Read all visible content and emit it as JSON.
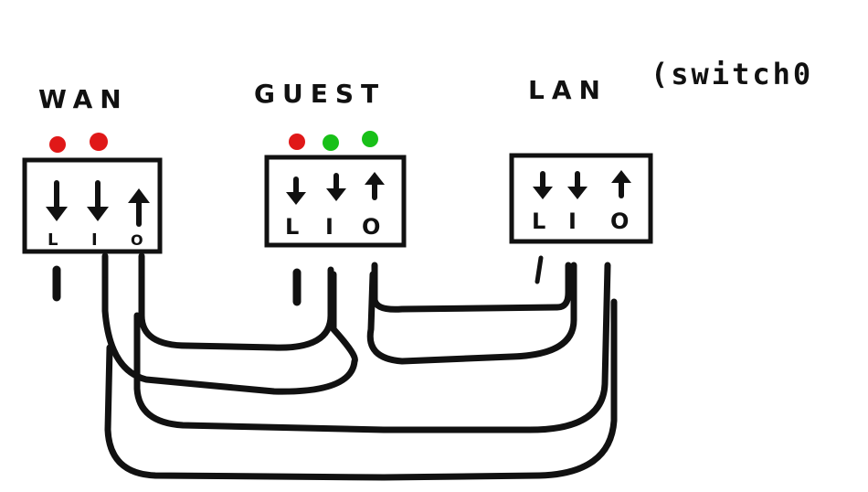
{
  "colors": {
    "ink": "#111111",
    "led_red": "#e01818",
    "led_green": "#18c018"
  },
  "interfaces": {
    "wan": {
      "label": "WAN",
      "leds": [
        "red",
        "red"
      ],
      "ports": [
        {
          "letter": "L",
          "arrow": "down"
        },
        {
          "letter": "I",
          "arrow": "down"
        },
        {
          "letter": "O",
          "arrow": "up"
        }
      ]
    },
    "guest": {
      "label": "GUEST",
      "leds": [
        "red",
        "green",
        "green"
      ],
      "ports": [
        {
          "letter": "L",
          "arrow": "down"
        },
        {
          "letter": "I",
          "arrow": "down"
        },
        {
          "letter": "O",
          "arrow": "up"
        }
      ]
    },
    "lan": {
      "label": "LAN",
      "note": "(switch0",
      "leds": [],
      "ports": [
        {
          "letter": "L",
          "arrow": "down"
        },
        {
          "letter": "I",
          "arrow": "down"
        },
        {
          "letter": "O",
          "arrow": "up"
        }
      ]
    }
  }
}
